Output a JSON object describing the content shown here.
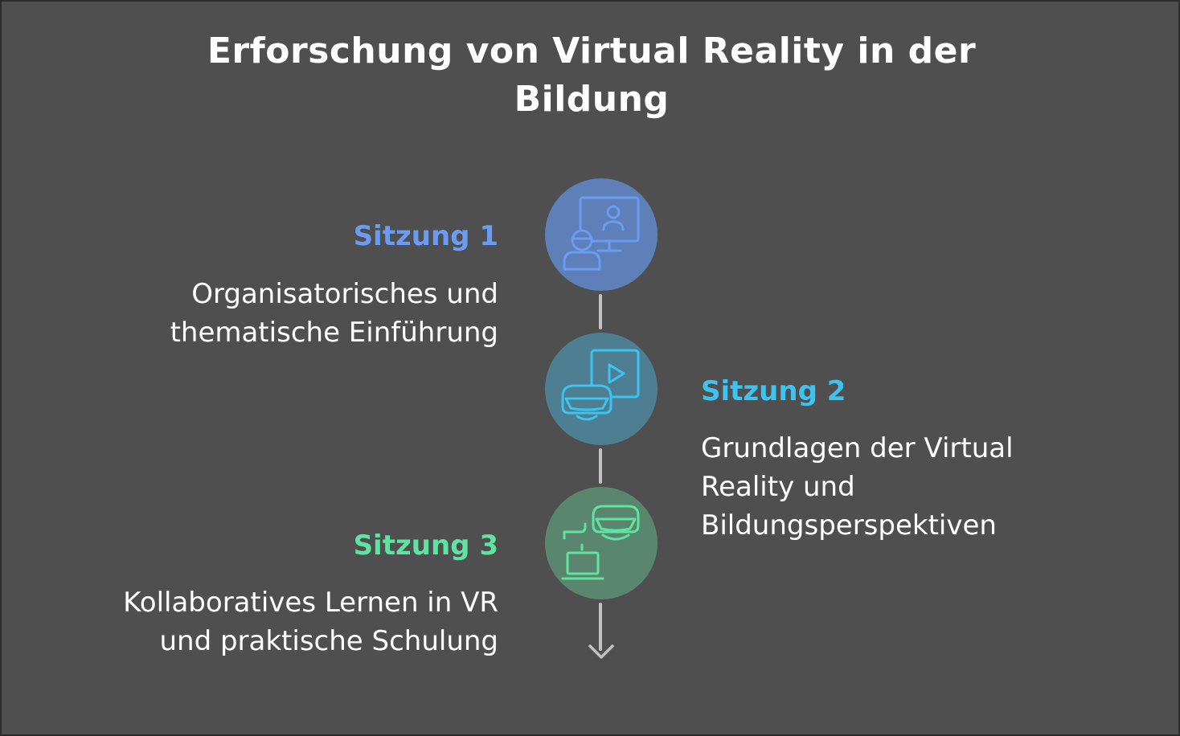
{
  "theme": {
    "background": "#4f4f4f",
    "text": "#ffffff",
    "connector": "#c2c2c2"
  },
  "title": "Erforschung von Virtual Reality in der Bildung",
  "steps": [
    {
      "title": "Sitzung 1",
      "description": "Organisatorisches und\nthematische Einführung",
      "color": "#6b9cf2",
      "node_fill": "#5e7fb8",
      "icon": "presenter-screen-icon",
      "side": "left"
    },
    {
      "title": "Sitzung 2",
      "description": "Grundlagen der Virtual\nReality und\nBildungsperspektiven",
      "color": "#3cc3f0",
      "node_fill": "#4e7e92",
      "icon": "vr-headset-video-icon",
      "side": "right"
    },
    {
      "title": "Sitzung 3",
      "description": "Kollaboratives Lernen in VR\nund praktische Schulung",
      "color": "#5ee3a1",
      "node_fill": "#5a8670",
      "icon": "vr-headset-laptop-icon",
      "side": "left"
    }
  ]
}
